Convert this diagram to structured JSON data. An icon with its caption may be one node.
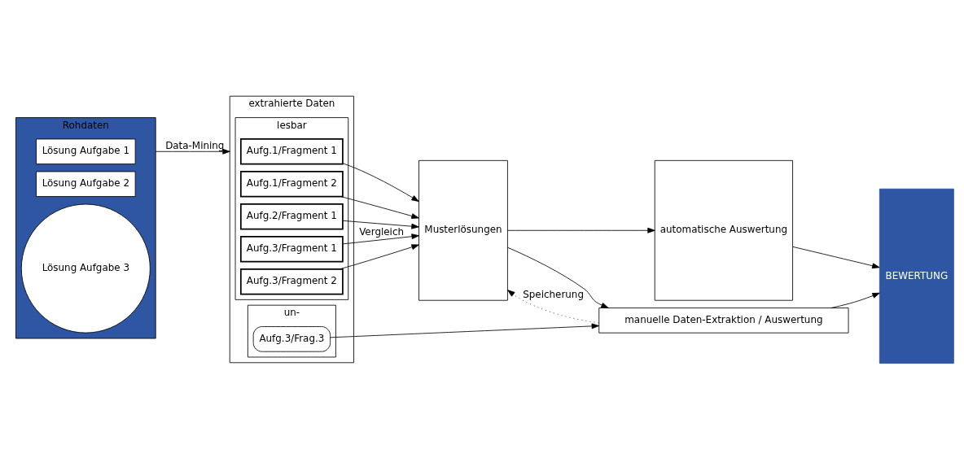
{
  "diagram": {
    "nodes": [
      {
        "text": [
          "Rohdaten"
        ]
      },
      {
        "text": [
          "Lösung Aufgabe 1"
        ],
        "in": 0
      },
      {
        "text": [
          "Lösung Aufgabe 2"
        ],
        "in": 0
      },
      {
        "text": [
          "Lösung Aufgabe 3"
        ],
        "in": 0
      },
      {
        "text": [
          "extrahierte Daten"
        ]
      },
      {
        "text": [
          "lesbar"
        ],
        "in": 4
      },
      {
        "text": [
          "Aufg.1/Fragment 1"
        ],
        "in": 5
      },
      {
        "text": [
          "Aufg.1/Fragment 2"
        ],
        "in": 5
      },
      {
        "text": [
          "Aufg.2/Fragment 1"
        ],
        "in": 5
      },
      {
        "text": [
          "Aufg.3/Fragment 1"
        ],
        "in": 5
      },
      {
        "text": [
          "Aufg.3/Fragment 2"
        ],
        "in": 5
      },
      {
        "text": [
          "un-"
        ],
        "in": 4
      },
      {
        "text": [
          "Aufg.3/Frag.3"
        ],
        "in": 11
      },
      {
        "text": [
          "Musterlösungen"
        ]
      },
      {
        "text": [
          "automatische Auswertung"
        ]
      },
      {
        "text": [
          "BEWERTUNG"
        ]
      },
      {
        "text": [
          "manuelle Daten-Extraktion / Auswertung"
        ]
      }
    ],
    "edges": [
      {
        "from": 0,
        "to": 4,
        "arrow": "to",
        "label": "Data-Mining"
      },
      {
        "from": 6,
        "to": 13,
        "arrow": "to"
      },
      {
        "from": 7,
        "to": 13,
        "arrow": "to"
      },
      {
        "from": 8,
        "to": 13,
        "arrow": "to"
      },
      {
        "from": 9,
        "to": 13,
        "arrow": "to",
        "label": "Vergleich"
      },
      {
        "from": 10,
        "to": 13,
        "arrow": "to"
      },
      {
        "from": 12,
        "to": 16,
        "arrow": "to"
      },
      {
        "from": 13,
        "to": 14,
        "arrow": "to"
      },
      {
        "from": 13,
        "to": 16,
        "arrow": "to"
      },
      {
        "from": 16,
        "to": 13,
        "arrow": "to",
        "style": "dashed",
        "label": "Speicherung"
      },
      {
        "from": 14,
        "to": 15,
        "arrow": "to"
      },
      {
        "from": 16,
        "to": 15,
        "arrow": "to"
      }
    ]
  }
}
